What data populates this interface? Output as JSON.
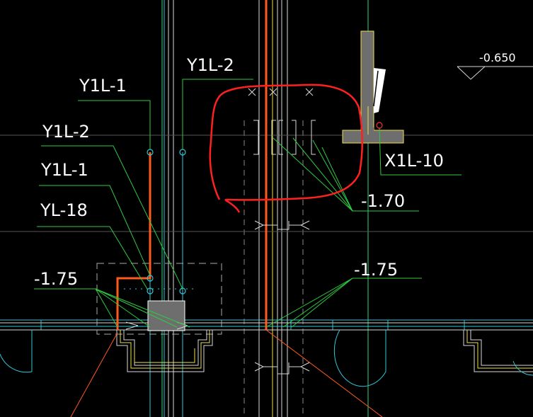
{
  "drawing": {
    "labels": {
      "y1l_1_top": "Y1L-1",
      "y1l_2_top": "Y1L-2",
      "y1l_2_left": "Y1L-2",
      "y1l_1_left": "Y1L-1",
      "yl_18": "YL-18",
      "elev_minus_175_left": "-1.75",
      "elev_minus_175_right": "-1.75",
      "elev_minus_170": "-1.70",
      "x1l_10": "X1L-10",
      "elev_minus_0650": "-0.650"
    },
    "colors": {
      "background": "#000000",
      "pipe_orange": "#ff5a1e",
      "revision_cloud": "#ff2020",
      "leader_green": "#2ecc40",
      "wall_cyan": "#2ec8d8",
      "dim_white": "#d0d0d0",
      "column_gray": "#6e6e6e",
      "column_yellow": "#f0e040"
    }
  }
}
